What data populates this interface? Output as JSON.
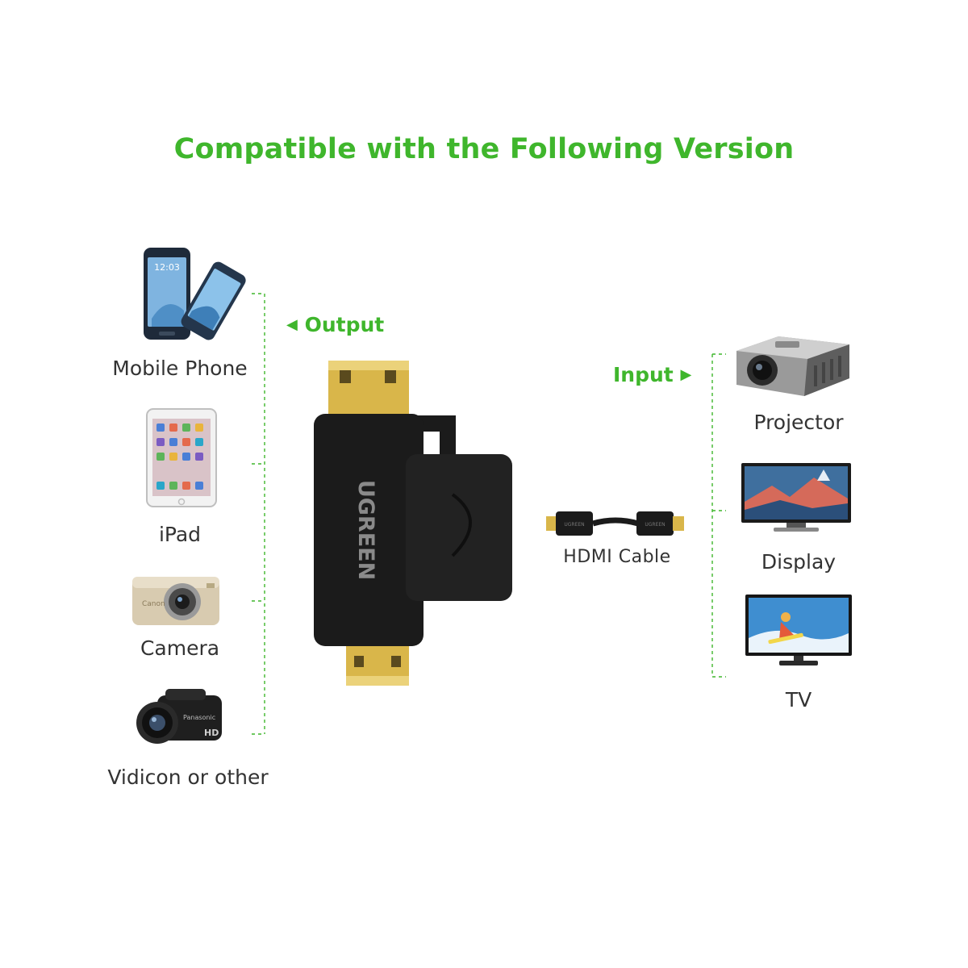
{
  "title": "Compatible with the Following Version",
  "colors": {
    "accent": "#3fb62c",
    "text": "#333333",
    "adapter": "#1b1b1b",
    "gold": "#d9b64a"
  },
  "sources": [
    {
      "label": "Mobile Phone",
      "icon": "mobile-phone-icon"
    },
    {
      "label": "iPad",
      "icon": "ipad-icon"
    },
    {
      "label": "Camera",
      "icon": "camera-icon"
    },
    {
      "label": "Vidicon or other",
      "icon": "vidicon-icon"
    }
  ],
  "output_label": "Output",
  "input_label": "Input",
  "adapter": {
    "brand": "UGREEN"
  },
  "cable": {
    "label": "HDMI Cable",
    "brand": "UGREEN"
  },
  "targets": [
    {
      "label": "Projector",
      "icon": "projector-icon"
    },
    {
      "label": "Display",
      "icon": "display-icon"
    },
    {
      "label": "TV",
      "icon": "tv-icon"
    }
  ]
}
